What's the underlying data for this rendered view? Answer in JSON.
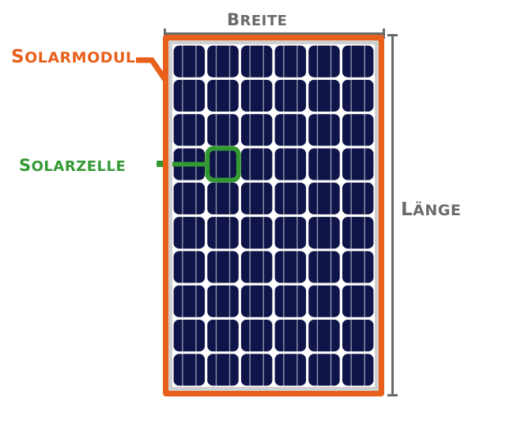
{
  "diagram": {
    "title": "Solarmodul Bemassung",
    "background_color": "#ffffff"
  },
  "labels": {
    "module": {
      "text": "SOLARMODUL",
      "color": "#e8601c"
    },
    "cell": {
      "text": "SOLARZELLE",
      "color": "#339933"
    },
    "width": {
      "text": "BREITE",
      "color": "#6a6a6a"
    },
    "length": {
      "text": "LÄNGE",
      "color": "#6a6a6a"
    }
  },
  "module": {
    "frame_color": "#e8601c",
    "inner_frame_color": "#cfcfcf",
    "cell_color": "#0f1449",
    "busbar_color": "#ffffff",
    "columns": 6,
    "rows": 10,
    "highlight": {
      "color": "#339933",
      "column": 2,
      "row": 4
    }
  },
  "dimensions": {
    "width_line_color": "#6a6a6a",
    "length_line_color": "#6a6a6a"
  }
}
